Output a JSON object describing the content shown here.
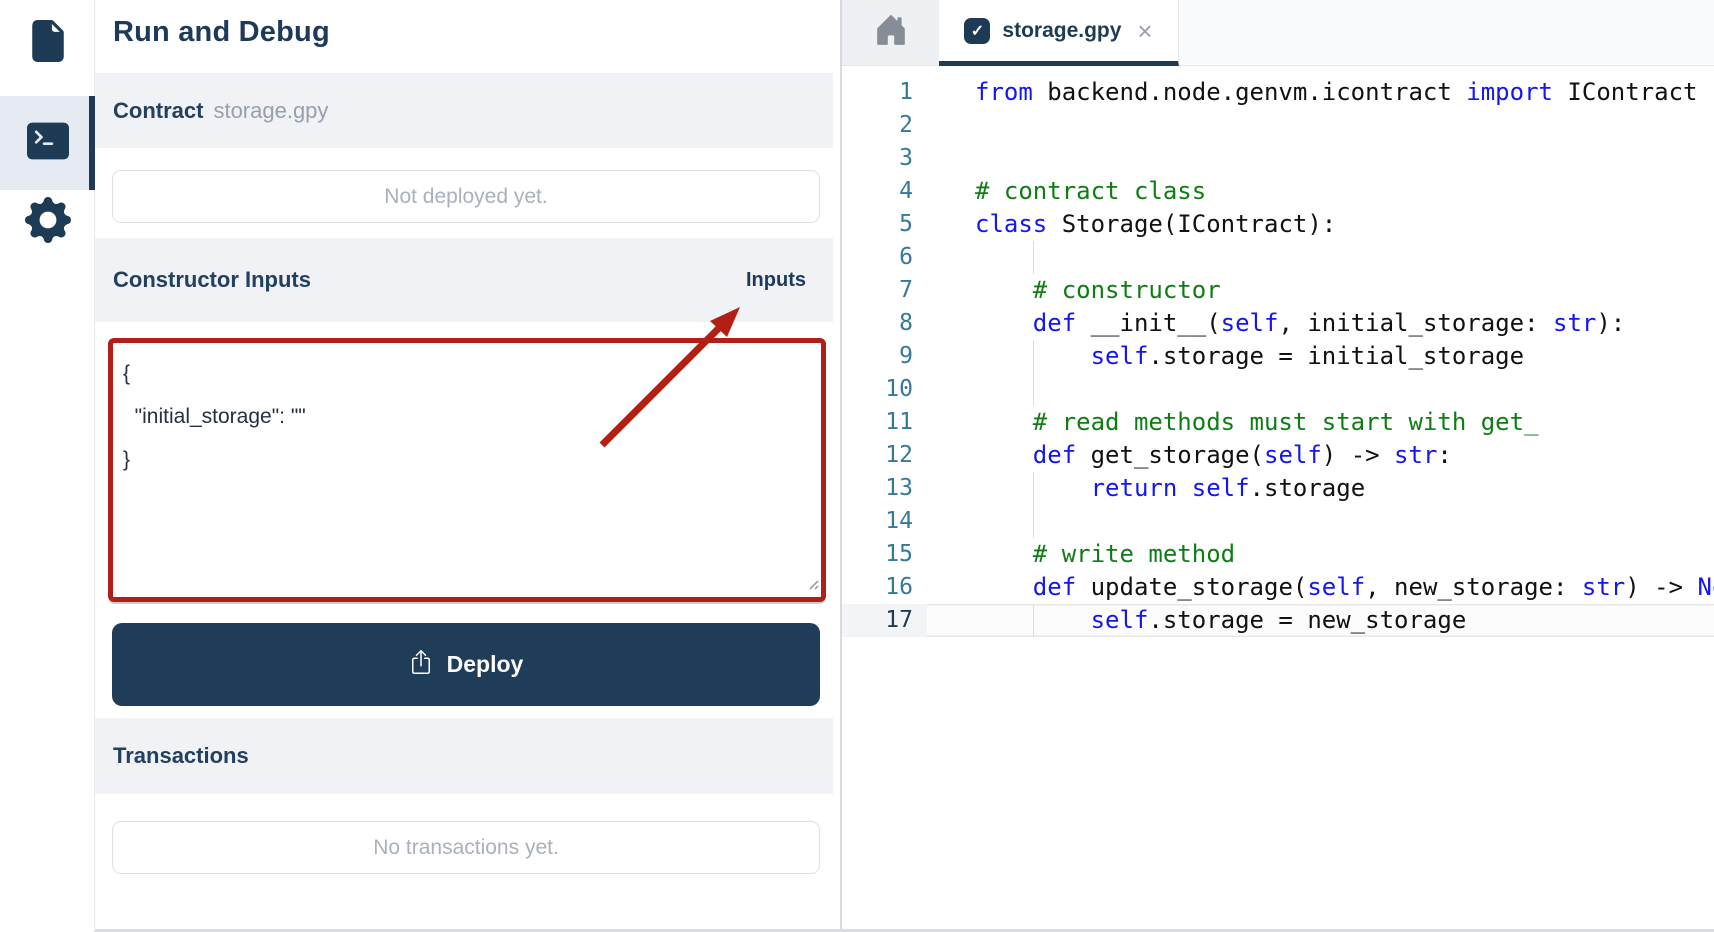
{
  "colors": {
    "navy": "#1d3b55",
    "band_bg": "#f0f2f5",
    "alert_red": "#b22015",
    "keyword_blue": "#1316f2",
    "comment_green": "#0e7d13",
    "line_number": "#35799a",
    "muted_text": "#a9b1bc"
  },
  "sidebar": {
    "items": [
      {
        "icon": "file-icon",
        "active": false
      },
      {
        "icon": "terminal-icon",
        "active": true
      },
      {
        "icon": "gear-icon",
        "active": false
      }
    ]
  },
  "panel": {
    "title": "Run and Debug",
    "contract_section": {
      "label": "Contract",
      "value": "storage.gpy",
      "placeholder": "Not deployed yet."
    },
    "constructor_section": {
      "label": "Constructor Inputs",
      "badge": "Inputs",
      "json_value": "{\n  \"initial_storage\": \"\"\n}"
    },
    "deploy_button": {
      "label": "Deploy",
      "icon": "upload-icon"
    },
    "transactions_section": {
      "label": "Transactions",
      "placeholder": "No transactions yet."
    }
  },
  "editor": {
    "home_icon": "home-icon",
    "tabs": [
      {
        "label": "storage.gpy",
        "active": true,
        "icon": "check-file-icon",
        "close_glyph": "×"
      }
    ],
    "lines": [
      {
        "n": 1,
        "tokens": [
          {
            "t": "tk-k",
            "v": "from"
          },
          {
            "t": "tk-p",
            "v": " backend.node.genvm.icontract "
          },
          {
            "t": "tk-k",
            "v": "import"
          },
          {
            "t": "tk-p",
            "v": " IContract"
          }
        ]
      },
      {
        "n": 2,
        "tokens": []
      },
      {
        "n": 3,
        "tokens": []
      },
      {
        "n": 4,
        "tokens": [
          {
            "t": "tk-c",
            "v": "# contract class"
          }
        ]
      },
      {
        "n": 5,
        "tokens": [
          {
            "t": "tk-k",
            "v": "class"
          },
          {
            "t": "tk-p",
            "v": " Storage(IContract):"
          }
        ]
      },
      {
        "n": 6,
        "guide": true,
        "tokens": []
      },
      {
        "n": 7,
        "tokens": [
          {
            "t": "tk-p",
            "v": "    "
          },
          {
            "t": "tk-c",
            "v": "# constructor"
          }
        ]
      },
      {
        "n": 8,
        "tokens": [
          {
            "t": "tk-p",
            "v": "    "
          },
          {
            "t": "tk-k",
            "v": "def"
          },
          {
            "t": "tk-p",
            "v": " __init__("
          },
          {
            "t": "tk-k",
            "v": "self"
          },
          {
            "t": "tk-p",
            "v": ", initial_storage: "
          },
          {
            "t": "tk-k",
            "v": "str"
          },
          {
            "t": "tk-p",
            "v": "):"
          }
        ]
      },
      {
        "n": 9,
        "guide": true,
        "tokens": [
          {
            "t": "tk-p",
            "v": "        "
          },
          {
            "t": "tk-k",
            "v": "self"
          },
          {
            "t": "tk-p",
            "v": ".storage = initial_storage"
          }
        ]
      },
      {
        "n": 10,
        "guide": true,
        "tokens": []
      },
      {
        "n": 11,
        "tokens": [
          {
            "t": "tk-p",
            "v": "    "
          },
          {
            "t": "tk-c",
            "v": "# read methods must start with get_"
          }
        ]
      },
      {
        "n": 12,
        "tokens": [
          {
            "t": "tk-p",
            "v": "    "
          },
          {
            "t": "tk-k",
            "v": "def"
          },
          {
            "t": "tk-p",
            "v": " get_storage("
          },
          {
            "t": "tk-k",
            "v": "self"
          },
          {
            "t": "tk-p",
            "v": ") -> "
          },
          {
            "t": "tk-k",
            "v": "str"
          },
          {
            "t": "tk-p",
            "v": ":"
          }
        ]
      },
      {
        "n": 13,
        "guide": true,
        "tokens": [
          {
            "t": "tk-p",
            "v": "        "
          },
          {
            "t": "tk-k",
            "v": "return"
          },
          {
            "t": "tk-p",
            "v": " "
          },
          {
            "t": "tk-k",
            "v": "self"
          },
          {
            "t": "tk-p",
            "v": ".storage"
          }
        ]
      },
      {
        "n": 14,
        "guide": true,
        "tokens": []
      },
      {
        "n": 15,
        "tokens": [
          {
            "t": "tk-p",
            "v": "    "
          },
          {
            "t": "tk-c",
            "v": "# write method"
          }
        ]
      },
      {
        "n": 16,
        "tokens": [
          {
            "t": "tk-p",
            "v": "    "
          },
          {
            "t": "tk-k",
            "v": "def"
          },
          {
            "t": "tk-p",
            "v": " update_storage("
          },
          {
            "t": "tk-k",
            "v": "self"
          },
          {
            "t": "tk-p",
            "v": ", new_storage: "
          },
          {
            "t": "tk-k",
            "v": "str"
          },
          {
            "t": "tk-p",
            "v": ") -> "
          },
          {
            "t": "tk-k",
            "v": "None"
          },
          {
            "t": "tk-p",
            "v": ":"
          }
        ]
      },
      {
        "n": 17,
        "guide": true,
        "active": true,
        "tokens": [
          {
            "t": "tk-p",
            "v": "        "
          },
          {
            "t": "tk-k",
            "v": "self"
          },
          {
            "t": "tk-p",
            "v": ".storage = new_storage"
          }
        ]
      }
    ]
  }
}
